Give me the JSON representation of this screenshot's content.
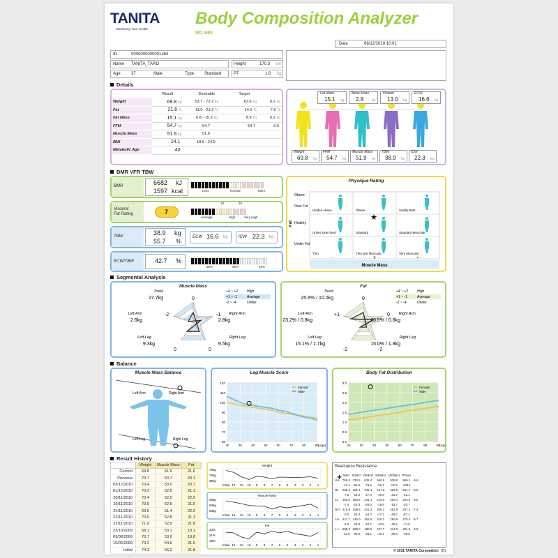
{
  "header": {
    "brand": "TANITA",
    "tagline": "Monitoring Your Health",
    "title": "Body Composition Analyzer",
    "model": "MC-980",
    "date_label": "Date",
    "date": "08/12/2010 10:01"
  },
  "id": {
    "id_label": "ID",
    "id_value": "0000000000001263",
    "name_label": "Name",
    "name_value": "TANITA_TARO",
    "age_label": "Age",
    "age_value": "37",
    "gender": "Male",
    "type_label": "Type",
    "type_value": "Standard",
    "height_label": "Height",
    "height_value": "170.3",
    "height_unit": "cm",
    "pt_label": "PT",
    "pt_value": "1.0",
    "pt_unit": "kg"
  },
  "details": {
    "section": "Details",
    "headers": [
      "Result",
      "Desirable",
      "Target"
    ],
    "rows": [
      {
        "label": "Weight",
        "result": "69.8",
        "unit": "kg",
        "desirable": "53.7 - 72.2",
        "dunit": "kg",
        "target": "63.6",
        "tunit": "kg",
        "diff": "6.2",
        "xunit": "kg"
      },
      {
        "label": "Fat",
        "result": "21.6",
        "unit": "%",
        "desirable": "11.0 - 21.9",
        "dunit": "%",
        "target": "14.0",
        "tunit": "%",
        "diff": "7.6",
        "xunit": "%"
      },
      {
        "label": "Fat Mass",
        "result": "15.1",
        "unit": "kg",
        "desirable": "6.8 - 15.3",
        "dunit": "kg",
        "target": "8.9",
        "tunit": "kg",
        "diff": "6.2",
        "xunit": "kg"
      },
      {
        "label": "FFM",
        "result": "54.7",
        "unit": "kg",
        "desirable": "54.7",
        "dunit": "",
        "target": "54.7",
        "tunit": "",
        "diff": "0.0",
        "xunit": ""
      },
      {
        "label": "Muscle Mass",
        "result": "51.9",
        "unit": "kg",
        "desirable": "51.9",
        "dunit": "",
        "target": "",
        "tunit": "",
        "diff": "",
        "xunit": ""
      },
      {
        "label": "BMI",
        "result": "24.1",
        "unit": "",
        "desirable": "18.5 - 24.9",
        "dunit": "",
        "target": "",
        "tunit": "",
        "diff": "",
        "xunit": ""
      },
      {
        "label": "Metabolic Age",
        "result": "40",
        "unit": "",
        "desirable": "",
        "dunit": "",
        "target": "",
        "tunit": "",
        "diff": "",
        "xunit": ""
      }
    ]
  },
  "body_figures": {
    "top": [
      {
        "label": "Fat Mass",
        "value": "15.1",
        "unit": "kg"
      },
      {
        "label": "Bone Mass",
        "value": "2.8",
        "unit": "kg"
      },
      {
        "label": "Protein",
        "value": "13.0",
        "unit": "kg"
      },
      {
        "label": "ECW",
        "value": "16.6",
        "unit": "kg"
      }
    ],
    "bottom": [
      {
        "label": "Weight",
        "value": "69.8",
        "unit": "kg"
      },
      {
        "label": "FFM",
        "value": "54.7",
        "unit": "kg"
      },
      {
        "label": "Muscle Mass",
        "value": "51.9",
        "unit": "kg"
      },
      {
        "label": "TBW",
        "value": "38.9",
        "unit": "kg"
      },
      {
        "label": "ICW",
        "value": "22.3",
        "unit": "kg"
      }
    ],
    "colors": [
      "#f2e21c",
      "#e46fb2",
      "#2fbfc8",
      "#8a6cc9",
      "#3ba7e0"
    ]
  },
  "bmr": {
    "section": "BMR VFR TBW",
    "bmr_label": "BMR",
    "bmr_kj": "6682",
    "kj": "kJ",
    "bmr_kcal": "1597",
    "kcal": "kcal",
    "scale": [
      "Less",
      "Normal",
      "More"
    ],
    "vfr_label1": "Visceral",
    "vfr_label2": "Fat Rating",
    "vfr_value": "7",
    "vfr_ticks": [
      "10",
      "15"
    ],
    "vfr_scale": [
      "Average",
      "High",
      "Very High"
    ],
    "tbw_label": "TBW",
    "tbw_kg": "38.9",
    "tbw_kg_unit": "kg",
    "tbw_pct": "55.7",
    "tbw_pct_unit": "%",
    "ecw_label": "ECW",
    "ecw_value": "16.6",
    "ecw_unit": "kg",
    "icw_label": "ICW",
    "icw_value": "22.3",
    "icw_unit": "kg",
    "ecwtbw_label": "ECW/TBW",
    "ecwtbw_value": "42.7",
    "ecwtbw_unit": "%",
    "ecwtbw_scale": [
      "36%",
      "40%",
      "45%"
    ]
  },
  "physique": {
    "title": "Physique Rating",
    "y_axis": "Fat",
    "x_axis": "Muscle Mass",
    "rows": [
      "Obese",
      "Over Fat",
      "Healthy",
      "Under Fat"
    ],
    "cells": [
      "Hidden obese",
      "Obese",
      "Solidly-Built",
      "Under Exercised",
      "Standard",
      "Standard Muscular",
      "Thin",
      "Thin and Muscular",
      "Very Muscular"
    ],
    "x_marks": [
      "-",
      "0",
      "+"
    ],
    "selected": "Standard"
  },
  "segmental": {
    "section": "Segmental Analysis",
    "muscle": {
      "title": "Muscle Mass",
      "trunk_label": "Trunk",
      "trunk": "27.7kg",
      "left_arm_label": "Left Arm",
      "left_arm": "2.6kg",
      "right_arm_label": "Right Arm",
      "right_arm": "2.8kg",
      "left_leg_label": "Left Leg",
      "left_leg": "9.3kg",
      "right_leg_label": "Right Leg",
      "right_leg": "9.5kg",
      "legend": [
        {
          "range": "+4 ~ +2",
          "text": "High"
        },
        {
          "range": "+1 ~ -1",
          "text": "Average"
        },
        {
          "range": "-2 ~ -4",
          "text": "Under"
        }
      ],
      "axis_marks": [
        "0",
        "-2",
        "-1",
        "0",
        "0"
      ],
      "scores": [
        0,
        -2,
        -1,
        0,
        0
      ]
    },
    "fat": {
      "title": "Fat",
      "trunk_label": "Trunk",
      "trunk": "25.6% / 10.0kg",
      "left_arm_label": "Left Arm",
      "left_arm": "23.2% / 0.8kg",
      "right_arm_label": "Right Arm",
      "right_arm": "20.5% / 0.8kg",
      "left_leg_label": "Left Leg",
      "left_leg": "15.1% / 1.7kg",
      "right_leg_label": "Right Leg",
      "right_leg": "15.0% / 1.8kg",
      "legend": [
        {
          "range": "+4 ~ +2",
          "text": "High"
        },
        {
          "range": "+1 ~ -1",
          "text": "Average"
        },
        {
          "range": "-2 ~ -4",
          "text": "Under"
        }
      ],
      "axis_marks": [
        "0",
        "+1",
        "0",
        "-2",
        "-2"
      ],
      "scores": [
        0,
        1,
        0,
        -2,
        -2
      ]
    }
  },
  "balance": {
    "section": "Balance",
    "mm_title": "Muscle Mass Balance",
    "left_arm": "Left Arm",
    "right_arm": "Right Arm",
    "left_leg": "Left Leg",
    "right_leg": "Right Leg",
    "leg_title": "Leg Muscle Score",
    "leg_legend": [
      "Female",
      "Male"
    ],
    "leg_yticks": [
      "120",
      "110",
      "100",
      "90",
      "80",
      "70",
      "60"
    ],
    "leg_xticks": [
      "20",
      "30",
      "40",
      "50",
      "60",
      "70",
      "80",
      "90"
    ],
    "leg_xunit": "(Age)",
    "fat_title": "Body Fat Distribution",
    "fat_legend": [
      "Female",
      "Male"
    ],
    "fat_yticks": [
      "3.0",
      "2.5",
      "2.0",
      "1.5",
      "1.0",
      "0.5",
      "0.0"
    ],
    "fat_xticks": [
      "20",
      "30",
      "40",
      "50",
      "60",
      "70",
      "80",
      "90"
    ],
    "fat_xunit": "(Age)"
  },
  "history": {
    "section": "Result History",
    "headers": [
      "",
      "Weight",
      "Muscle Mass",
      "Fat"
    ],
    "rows": [
      [
        "Current",
        "69.8",
        "51.9",
        "21.6"
      ],
      [
        "Previous",
        "70.7",
        "53.7",
        "20.1"
      ],
      [
        "03/12/2010",
        "70.4",
        "53.0",
        "20.7"
      ],
      [
        "01/12/2010",
        "70.2",
        "52.6",
        "21.1"
      ],
      [
        "30/11/2010",
        "70.4",
        "52.0",
        "22.2"
      ],
      [
        "29/11/2010",
        "70.5",
        "52.5",
        "21.5"
      ],
      [
        "24/11/2010",
        "69.5",
        "51.4",
        "22.2"
      ],
      [
        "22/11/2010",
        "70.5",
        "52.8",
        "21.1"
      ],
      [
        "22/11/2010",
        "71.0",
        "52.9",
        "21.8"
      ],
      [
        "23/10/2009",
        "69.1",
        "53.1",
        "19.1"
      ],
      [
        "03/08/2009",
        "70.7",
        "53.9",
        "19.8"
      ],
      [
        "15/05/2009",
        "73.2",
        "54.6",
        "21.5"
      ],
      [
        "Initial",
        "74.3",
        "55.2",
        "21.8"
      ]
    ],
    "spark_x": [
      "Initial",
      "12",
      "11",
      "10",
      "9",
      "8",
      "7",
      "6",
      "5",
      "4",
      "3",
      "2",
      "1"
    ],
    "weight": {
      "title": "Weight",
      "yticks": [
        "75kg",
        "72kg",
        "69kg"
      ]
    },
    "muscle": {
      "title": "Muscle Mass",
      "yticks": [
        "56kg",
        "53kg",
        "50kg"
      ]
    },
    "fat": {
      "title": "Fat",
      "yticks": [
        "23%",
        "21%",
        "19%"
      ]
    }
  },
  "reactance": {
    "title": "Reactance Resistance",
    "headers": [
      "",
      "5kHz",
      "50kHz",
      "250kHz",
      "500kHz",
      "1000kHz",
      "Phase"
    ],
    "rows": [
      {
        "name": "H-L",
        "r": [
          "755.0",
          "732.5",
          "632.4",
          "560.6",
          "538.8",
          "566.1"
        ],
        "x": [
          "-14.4",
          "-56.6",
          "-73.2",
          "-82.7",
          "-87.3",
          "-103.1"
        ],
        "phase": "-5.6"
      },
      {
        "name": "RL",
        "r": [
          "286.2",
          "281.1",
          "242.1",
          "217.2",
          "209.6",
          "261.7"
        ],
        "x": [
          "-7.0",
          "-14.2",
          "-27.4",
          "-19.9",
          "-25.2",
          "-22.4"
        ],
        "phase": "-5.5"
      },
      {
        "name": "LL",
        "r": [
          "292.8",
          "283.5",
          "241.1",
          "216.5",
          "209.4",
          "203.0"
        ],
        "x": [
          "-7.4",
          "-16.3",
          "-28.0",
          "-18.9",
          "-18.7",
          "-20.7"
        ],
        "phase": "-5.6"
      },
      {
        "name": "RH",
        "r": [
          "416.9",
          "398.5",
          "341.3",
          "296.2",
          "282.9",
          "257.2"
        ],
        "x": [
          "-0.0",
          "-20.3",
          "-44.0",
          "-47.1",
          "-49.0",
          "-67.1"
        ],
        "phase": "-7.4"
      },
      {
        "name": "LH",
        "r": [
          "427.7",
          "416.0",
          "362.6",
          "315.2",
          "299.6",
          "275.4"
        ],
        "x": [
          "-4.3",
          "-18.9",
          "-42.7",
          "-42.5",
          "-45.6",
          "-74.6"
        ],
        "phase": "-6.7"
      },
      {
        "name": "L-L",
        "r": [
          "585.2",
          "568.0",
          "480.5",
          "427.7",
          "414.0",
          "401.0"
        ],
        "x": [
          "-12.6",
          "-32.0",
          "-58.1",
          "-40.1",
          "-36.8",
          "-39.6"
        ],
        "phase": "-6.9"
      }
    ]
  },
  "footer": "© 2011 TANITA Corporation",
  "footer_mark": "(O)",
  "chart_data": [
    {
      "type": "line",
      "title": "Weight",
      "x": [
        "Initial",
        "12",
        "11",
        "10",
        "9",
        "8",
        "7",
        "6",
        "5",
        "4",
        "3",
        "2",
        "1"
      ],
      "series": [
        {
          "values": [
            74.3,
            73.2,
            70.7,
            69.1,
            71.0,
            70.5,
            69.5,
            70.5,
            70.4,
            70.2,
            70.4,
            70.7,
            69.8
          ]
        }
      ]
    },
    {
      "type": "line",
      "title": "Muscle Mass",
      "x": [
        "Initial",
        "12",
        "11",
        "10",
        "9",
        "8",
        "7",
        "6",
        "5",
        "4",
        "3",
        "2",
        "1"
      ],
      "series": [
        {
          "values": [
            55.2,
            54.6,
            53.9,
            53.1,
            52.9,
            52.8,
            51.4,
            52.5,
            52.0,
            52.6,
            53.0,
            53.7,
            51.9
          ]
        }
      ]
    },
    {
      "type": "line",
      "title": "Fat",
      "x": [
        "Initial",
        "12",
        "11",
        "10",
        "9",
        "8",
        "7",
        "6",
        "5",
        "4",
        "3",
        "2",
        "1"
      ],
      "series": [
        {
          "values": [
            21.8,
            21.5,
            19.8,
            19.1,
            21.8,
            21.1,
            22.2,
            21.5,
            22.2,
            21.1,
            20.7,
            20.1,
            21.6
          ]
        }
      ]
    },
    {
      "type": "scatter",
      "title": "Leg Muscle Score",
      "xlabel": "(Age)",
      "ylim": [
        60,
        120
      ],
      "xlim": [
        20,
        90
      ],
      "series": [
        {
          "name": "Female",
          "x": [
            20,
            25,
            30,
            35,
            40,
            45,
            50,
            55,
            60,
            65,
            70,
            75,
            80,
            85,
            90
          ],
          "values": [
            100,
            99,
            97,
            96,
            95,
            94,
            93,
            92,
            90,
            89,
            88,
            87,
            86,
            85,
            84
          ]
        },
        {
          "name": "Male",
          "x": [
            20,
            25,
            30,
            35,
            40,
            45,
            50,
            55,
            60,
            65,
            70,
            75,
            80,
            85,
            90
          ],
          "values": [
            106,
            103,
            100,
            98,
            97,
            96,
            95,
            94,
            92,
            91,
            89,
            87,
            85,
            84,
            82
          ]
        }
      ],
      "marker": {
        "x": 37,
        "y": 99
      }
    },
    {
      "type": "scatter",
      "title": "Body Fat Distribution",
      "xlabel": "(Age)",
      "ylim": [
        0,
        3
      ],
      "xlim": [
        20,
        90
      ],
      "series": [
        {
          "name": "Female",
          "x": [
            20,
            25,
            30,
            35,
            40,
            45,
            50,
            55,
            60,
            65,
            70,
            75,
            80,
            85,
            90
          ],
          "values": [
            1.1,
            1.15,
            1.2,
            1.25,
            1.3,
            1.35,
            1.4,
            1.45,
            1.5,
            1.55,
            1.6,
            1.65,
            1.7,
            1.75,
            1.8
          ]
        },
        {
          "name": "Male",
          "x": [
            20,
            25,
            30,
            35,
            40,
            45,
            50,
            55,
            60,
            65,
            70,
            75,
            80,
            85,
            90
          ],
          "values": [
            1.4,
            1.45,
            1.5,
            1.55,
            1.6,
            1.65,
            1.7,
            1.75,
            1.8,
            1.85,
            1.9,
            1.95,
            2.0,
            2.05,
            2.1
          ]
        }
      ],
      "marker": {
        "x": 37,
        "y": 2.8
      }
    }
  ]
}
